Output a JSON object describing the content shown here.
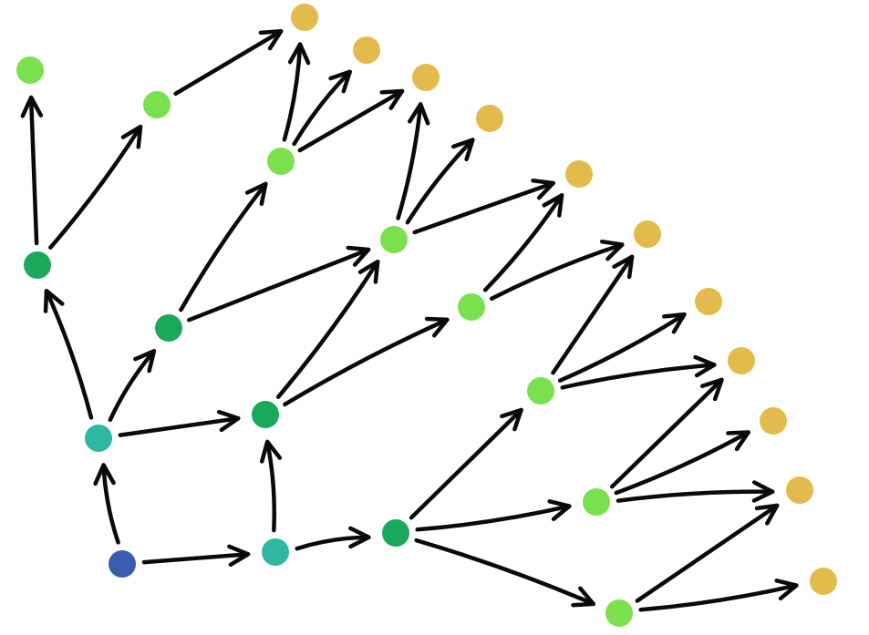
{
  "diagram": {
    "type": "directed-tree",
    "colors": {
      "root": "#3a5db0",
      "level1": "#2fb7a2",
      "level2": "#1aa85a",
      "level3": "#7ae04e",
      "leaf": "#e3bb4c",
      "edge": "#0a0a0a",
      "background": "#ffffff"
    },
    "nodes": [
      {
        "id": "n0",
        "level": "root"
      },
      {
        "id": "n1",
        "level": "level1"
      },
      {
        "id": "n2",
        "level": "level1"
      },
      {
        "id": "n3",
        "level": "level2"
      },
      {
        "id": "n4",
        "level": "level2"
      },
      {
        "id": "n5",
        "level": "level2"
      },
      {
        "id": "n6",
        "level": "level2"
      },
      {
        "id": "n7",
        "level": "level3"
      },
      {
        "id": "n8",
        "level": "level3"
      },
      {
        "id": "n9",
        "level": "level3"
      },
      {
        "id": "n10",
        "level": "level3"
      },
      {
        "id": "n11",
        "level": "level3"
      },
      {
        "id": "n12",
        "level": "level3"
      },
      {
        "id": "n13",
        "level": "level3"
      },
      {
        "id": "n14",
        "level": "level3"
      },
      {
        "id": "n15",
        "level": "leaf"
      },
      {
        "id": "n16",
        "level": "leaf"
      },
      {
        "id": "n17",
        "level": "leaf"
      },
      {
        "id": "n18",
        "level": "leaf"
      },
      {
        "id": "n19",
        "level": "leaf"
      },
      {
        "id": "n20",
        "level": "leaf"
      },
      {
        "id": "n21",
        "level": "leaf"
      },
      {
        "id": "n22",
        "level": "leaf"
      },
      {
        "id": "n23",
        "level": "leaf"
      },
      {
        "id": "n24",
        "level": "leaf"
      },
      {
        "id": "n25",
        "level": "leaf"
      }
    ],
    "edges": [
      [
        "n0",
        "n1"
      ],
      [
        "n0",
        "n2"
      ],
      [
        "n1",
        "n3"
      ],
      [
        "n1",
        "n4"
      ],
      [
        "n1",
        "n5"
      ],
      [
        "n2",
        "n5"
      ],
      [
        "n2",
        "n6"
      ],
      [
        "n3",
        "n7"
      ],
      [
        "n3",
        "n8"
      ],
      [
        "n4",
        "n9"
      ],
      [
        "n4",
        "n10"
      ],
      [
        "n5",
        "n10"
      ],
      [
        "n5",
        "n11"
      ],
      [
        "n6",
        "n12"
      ],
      [
        "n6",
        "n13"
      ],
      [
        "n6",
        "n14"
      ],
      [
        "n8",
        "n15"
      ],
      [
        "n9",
        "n15"
      ],
      [
        "n9",
        "n16"
      ],
      [
        "n9",
        "n17"
      ],
      [
        "n10",
        "n17"
      ],
      [
        "n10",
        "n18"
      ],
      [
        "n10",
        "n19"
      ],
      [
        "n11",
        "n19"
      ],
      [
        "n11",
        "n20"
      ],
      [
        "n12",
        "n20"
      ],
      [
        "n12",
        "n21"
      ],
      [
        "n12",
        "n22"
      ],
      [
        "n13",
        "n22"
      ],
      [
        "n13",
        "n23"
      ],
      [
        "n13",
        "n24"
      ],
      [
        "n14",
        "n24"
      ],
      [
        "n14",
        "n25"
      ]
    ]
  }
}
